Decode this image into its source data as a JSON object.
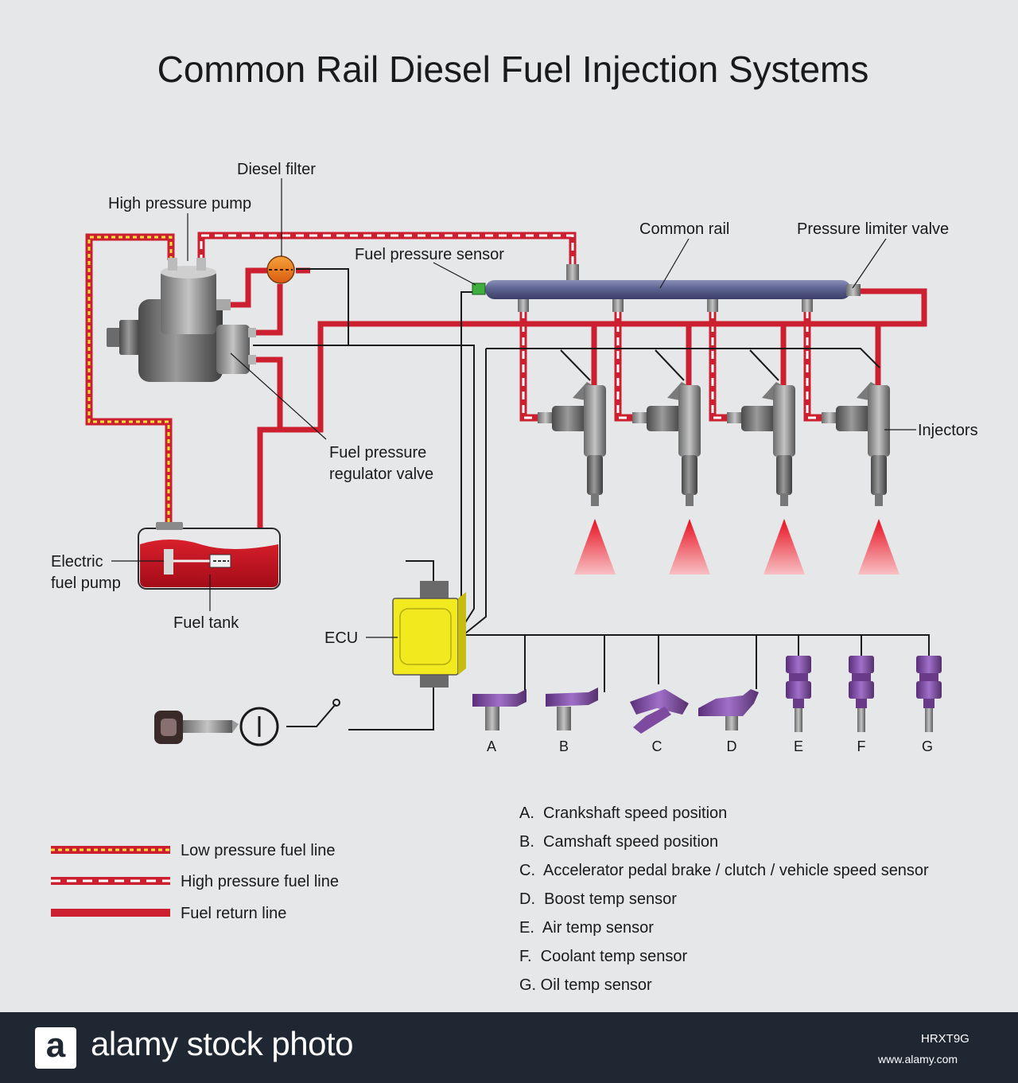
{
  "title": "Common Rail Diesel Fuel Injection Systems",
  "colors": {
    "background": "#e6e7e9",
    "fuel_line": "#cc2030",
    "low_pressure_dash": "#f2e23a",
    "rail": "#5d6390",
    "ecu": "#f2ea1e",
    "sensor": "#7e4aa0",
    "tank_fluid": "#c8101e",
    "footer": "#1f2732"
  },
  "labels": {
    "diesel_filter": "Diesel filter",
    "high_pressure_pump": "High pressure pump",
    "fuel_pressure_sensor": "Fuel pressure sensor",
    "common_rail": "Common rail",
    "pressure_limiter_valve": "Pressure limiter valve",
    "injectors": "Injectors",
    "regulator_line1": "Fuel pressure",
    "regulator_line2": "regulator valve",
    "electric_line1": "Electric",
    "electric_line2": "fuel pump",
    "fuel_tank": "Fuel tank",
    "ecu": "ECU"
  },
  "sensor_letters": [
    "A",
    "B",
    "C",
    "D",
    "E",
    "F",
    "G"
  ],
  "legend": {
    "low": "Low pressure fuel line",
    "high": "High pressure fuel line",
    "return": "Fuel return line"
  },
  "sensor_list": [
    "A.  Crankshaft speed position",
    "B.  Camshaft speed position",
    "C.  Accelerator pedal brake / clutch / vehicle speed sensor",
    "D.  Boost temp sensor",
    "E.  Air temp sensor",
    "F.  Coolant temp sensor",
    "G. Oil temp sensor"
  ],
  "footer": {
    "logo_letter": "a",
    "brand": "alamy stock photo",
    "image_id": "HRXT9G",
    "website": "www.alamy.com"
  }
}
